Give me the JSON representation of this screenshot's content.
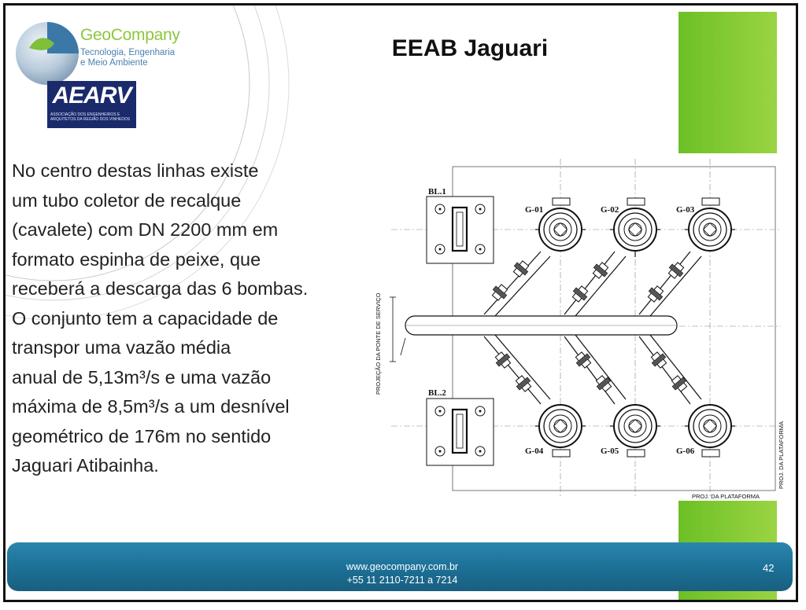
{
  "header": {
    "title": "EEAB Jaguari",
    "logo_name": "GeoCompany",
    "logo_tagline_1": "Tecnologia, Engenharia",
    "logo_tagline_2": "e Meio Ambiente",
    "aearv_name": "AEARV",
    "aearv_sub_1": "ASSOCIAÇÃO DOS ENGENHEIROS E",
    "aearv_sub_2": "ARQUITETOS DA REGIÃO DOS VINHEDOS"
  },
  "body": {
    "lines": [
      "No centro destas linhas existe",
      "um tubo coletor de recalque",
      "(cavalete) com DN 2200 mm em",
      "formato espinha de peixe, que",
      "receberá a descarga das 6 bombas.",
      "O conjunto tem a capacidade de",
      "transpor uma vazão média",
      "anual de 5,13m³/s e uma vazão",
      "máxima de 8,5m³/s a um desnível",
      "geométrico de 176m no sentido",
      "Jaguari Atibainha."
    ]
  },
  "drawing": {
    "blocks": [
      "BL.1",
      "BL.2"
    ],
    "pumps_top": [
      "G-01",
      "G-02",
      "G-03"
    ],
    "pumps_bottom": [
      "G-04",
      "G-05",
      "G-06"
    ],
    "label_left": "PROJEÇÃO DA PONTE DE SERVIÇO",
    "label_right": "PROJ. DA PLATAFORMA",
    "label_bottom": "PROJ. DA PLATAFORMA"
  },
  "footer": {
    "website": "www.geocompany.com.br",
    "phone": "+55 11 2110-7211 a 7214",
    "page_number": "42"
  },
  "colors": {
    "accent_green": "#8cc63f",
    "footer_blue": "#1c6f95",
    "aearv_navy": "#1b2a6b"
  }
}
